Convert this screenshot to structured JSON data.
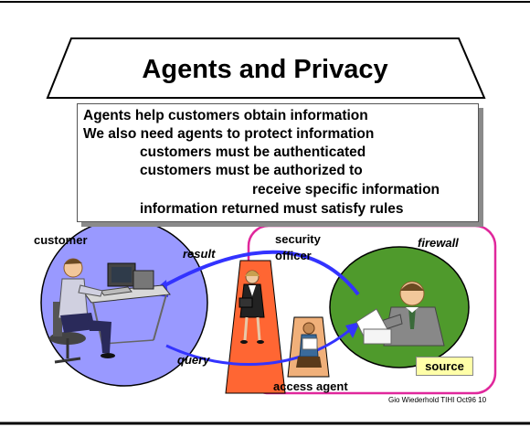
{
  "title": "Agents and Privacy",
  "bullets": {
    "line1": "Agents help customers obtain information",
    "line2": "We also need agents to protect information",
    "line3": "customers must be authenticated",
    "line4": "customers must be authorized to",
    "line5": "receive specific information",
    "line6": "information returned must satisfy rules"
  },
  "labels": {
    "customer": "customer",
    "result": "result",
    "security_officer_1": "security",
    "security_officer_2": "officer",
    "firewall": "firewall",
    "query": "query",
    "access_agent": "access agent",
    "source": "source"
  },
  "footer": "Gio Wiederhold TIHI Oct96 10",
  "colors": {
    "customer_circle": "#9999ff",
    "source_circle": "#4f9a2c",
    "firewall_border": "#e0289c",
    "officer_trapezoid": "#ff6633",
    "agent_trapezoid": "#f0b07a",
    "arrows": "#3333ff",
    "source_label_bg": "#ffffa8"
  }
}
